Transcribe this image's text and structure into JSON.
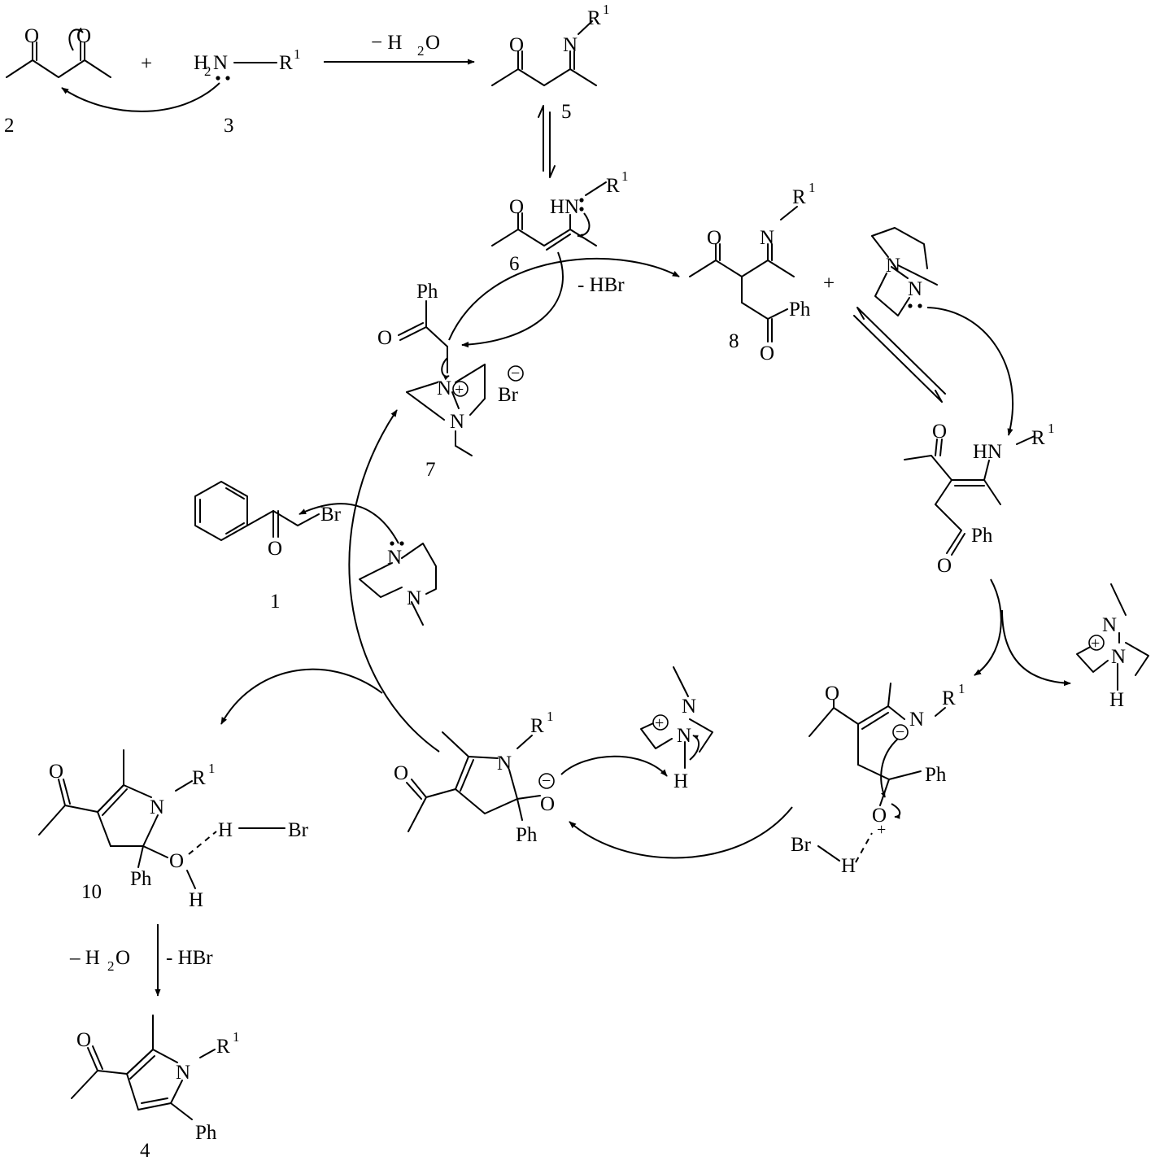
{
  "labels": {
    "R": "R",
    "sup1": "1",
    "O": "O",
    "N": "N",
    "NH": "HN",
    "H": "H",
    "H2": "H",
    "sub2": "2",
    "Ph": "Ph",
    "Br": "Br",
    "plus": "+",
    "minus": "−",
    "plus_sign": "+"
  },
  "conditions": {
    "minus_water_top": "−  H",
    "minus_water_top_sub": "2",
    "minus_water_top_tail": "O",
    "minus_hbr": "- HBr",
    "minus_water_bottom": "– H",
    "minus_water_bottom_sub": "2",
    "minus_water_bottom_tail": "O",
    "minus_hbr_bottom": "- HBr"
  },
  "compound_numbers": {
    "c1": "1",
    "c2": "2",
    "c3": "3",
    "c4": "4",
    "c5": "5",
    "c6": "6",
    "c7": "7",
    "c8": "8",
    "c10": "10"
  }
}
